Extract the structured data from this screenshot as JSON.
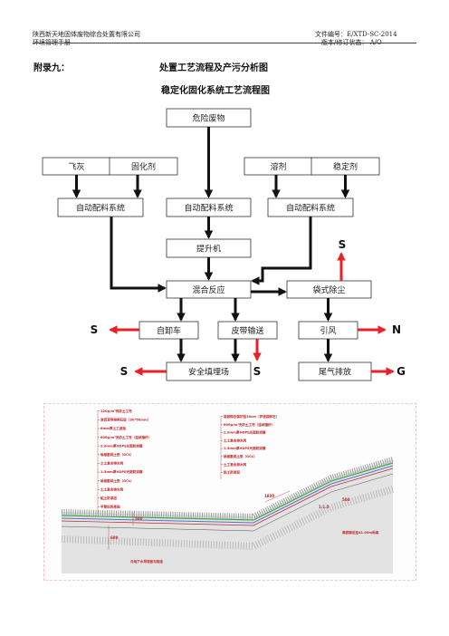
{
  "header": {
    "company": "陕西新天地固体废物综合处置有限公司",
    "manual": "环境管理手册",
    "doc_no": "文件编号：E/XTD-SC-2014",
    "version": "版本/修订状态： A/O"
  },
  "appendix_label": "附录九：",
  "title": "处置工艺流程及产污分析图",
  "subtitle": "稳定化固化系统工艺流程图",
  "flow": {
    "hazardous_waste": "危险废物",
    "fly_ash": "飞灰",
    "solidifier": "固化剂",
    "solvent": "溶剂",
    "stabilizer": "稳定剂",
    "auto_batch_1": "自动配料系统",
    "auto_batch_2": "自动配料系统",
    "auto_batch_3": "自动配料系统",
    "elevator": "提升机",
    "mixing_reaction": "混合反应",
    "bag_filter": "袋式除尘",
    "dump_truck": "自卸车",
    "belt_conveyor": "皮带输送",
    "induced_draft": "引风",
    "landfill": "安全填埋场",
    "exhaust": "尾气排放",
    "s_bag": "S",
    "s_truck": "S",
    "s_belt": "S",
    "s_landfill": "S",
    "n_fan": "N",
    "g_exhaust": "G"
  },
  "drawing": {
    "left_layers": [
      "120g/m²有纺土工布",
      "渗沥液导排碎石层（30*50mm）",
      "6mm厚土工滤毡",
      "600g/m²无纺土工布（连续缝纤）",
      "2.0mm厚HDPE光面防渗膜",
      "钠基膨润土垫（GCL）",
      "土工复合排水网",
      "1.5mm厚HDPE光面防渗膜",
      "钠基膨润土垫（GCL）",
      "土工复合排水网",
      "粘土防渗层",
      "平整后的基础"
    ],
    "right_layers": [
      "袋装碎石保护层30cm（护坡袋碎石）",
      "600g/m²无纺土工布（连续缝纤）",
      "2.0mm厚HDPE光面防渗膜",
      "土工复合排水网",
      "1.5mm厚HDPE光面防渗膜",
      "钠基膨润土垫（GCL）",
      "土工复合排水网",
      "粘土防渗层"
    ],
    "dim_1800": "1800",
    "dim_500_left": "500",
    "dim_500_right": "500",
    "dim_600": "600",
    "dim_slope": "1:1.5",
    "elevation_note": "库底铺设至41.00m标高",
    "bottom_note": "与地下水导排盲沟相连"
  },
  "colors": {
    "arrow_red": "#e8202a",
    "drawing_red": "#c0282a",
    "liner_green": "#3aa84a",
    "liner_blue": "#5a6fd0",
    "gravel": "#9a9a9a"
  }
}
